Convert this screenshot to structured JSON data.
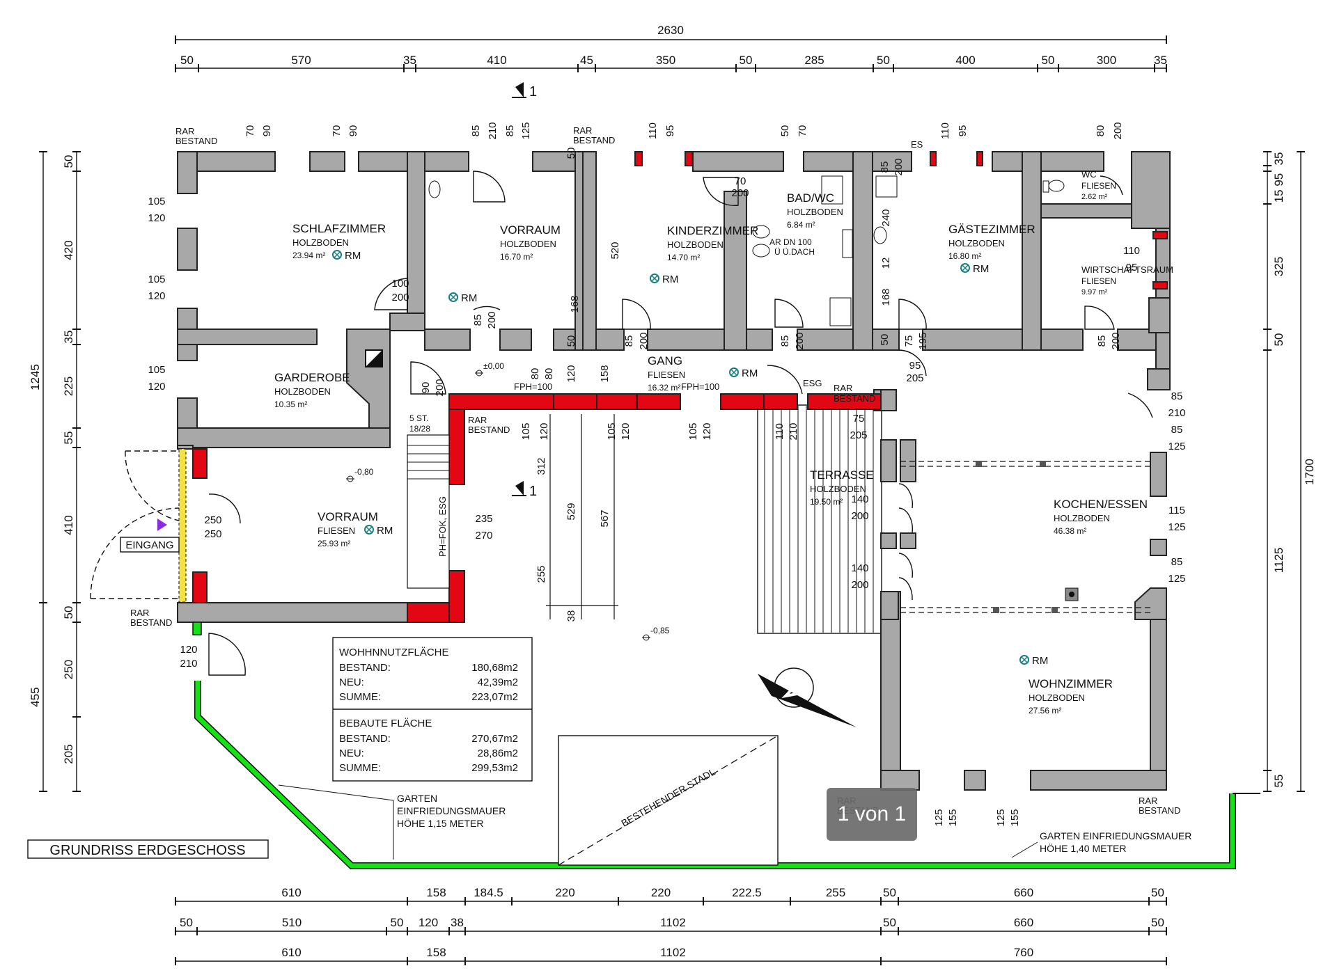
{
  "dimensions": {
    "top_total": "2630",
    "top": [
      "50",
      "570",
      "35",
      "410",
      "45",
      "350",
      "50",
      "285",
      "50",
      "400",
      "50",
      "300",
      "35"
    ],
    "bottom1": [
      "610",
      "158",
      "184.5",
      "220",
      "220",
      "222.5",
      "255",
      "50",
      "660",
      "50"
    ],
    "bottom2": [
      "50",
      "510",
      "50",
      "120",
      "38",
      "1102",
      "50",
      "660",
      "50"
    ],
    "bottom3": [
      "610",
      "158",
      "1102",
      "760"
    ],
    "left_outer": [
      "1245",
      "455"
    ],
    "left_inner": [
      "50",
      "420",
      "35",
      "225",
      "55",
      "410",
      "50",
      "250",
      "205"
    ],
    "right_outer": [
      "1700"
    ],
    "right_inner": [
      "35",
      "15 95",
      "325",
      "50",
      "1125",
      "55"
    ],
    "opening_top": [
      "70",
      "90",
      "70",
      "90",
      "85",
      "210",
      "85",
      "125",
      "110",
      "95",
      "50",
      "70",
      "110",
      "95",
      "80",
      "200"
    ],
    "opening_misc": [
      "105",
      "120",
      "105",
      "120",
      "105",
      "120",
      "100",
      "200",
      "85",
      "200",
      "85",
      "200",
      "85",
      "200",
      "85",
      "200",
      "85",
      "200",
      "70",
      "200",
      "240",
      "12",
      "168",
      "168",
      "75",
      "195",
      "95",
      "205",
      "110",
      "95",
      "85",
      "210",
      "85",
      "125",
      "115",
      "125",
      "85",
      "125",
      "90",
      "200",
      "80",
      "80",
      "120",
      "158",
      "105",
      "120",
      "105",
      "120",
      "105",
      "120",
      "110",
      "210",
      "75",
      "205",
      "140",
      "200",
      "140",
      "200",
      "235",
      "270",
      "250",
      "250",
      "120",
      "210",
      "312",
      "529",
      "567",
      "255",
      "38",
      "125",
      "155",
      "125",
      "155",
      "520",
      "50",
      "50",
      "50"
    ],
    "section_mark": "1",
    "fph1": "FPH=100",
    "fph2": "FPH=100"
  },
  "rooms": [
    {
      "name": "SCHLAFZIMMER",
      "floor": "HOLZBODEN",
      "area": "23.94 m²"
    },
    {
      "name": "VORRAUM",
      "floor": "HOLZBODEN",
      "area": "16.70 m²"
    },
    {
      "name": "KINDERZIMMER",
      "floor": "HOLZBODEN",
      "area": "14.70 m²"
    },
    {
      "name": "BAD/WC",
      "floor": "HOLZBODEN",
      "area": "6.84 m²"
    },
    {
      "name": "GÄSTEZIMMER",
      "floor": "HOLZBODEN",
      "area": "16.80 m²"
    },
    {
      "name": "WC",
      "floor": "FLIESEN",
      "area": "2.62 m²"
    },
    {
      "name": "WIRTSCHAFTSRAUM",
      "floor": "FLIESEN",
      "area": "9.97 m²"
    },
    {
      "name": "GARDEROBE",
      "floor": "HOLZBODEN",
      "area": "10.35 m²"
    },
    {
      "name": "GANG",
      "floor": "FLIESEN",
      "area": "16.32 m²"
    },
    {
      "name": "VORRAUM",
      "floor": "FLIESEN",
      "area": "25.93 m²"
    },
    {
      "name": "TERRASSE",
      "floor": "HOLZBODEN",
      "area": "19.50 m²"
    },
    {
      "name": "KOCHEN/ESSEN",
      "floor": "HOLZBODEN",
      "area": "46.38 m²"
    },
    {
      "name": "WOHNZIMMER",
      "floor": "HOLZBODEN",
      "area": "27.56 m²"
    }
  ],
  "labels": {
    "rm": "RM",
    "rar": "RAR",
    "bestand": "BESTAND",
    "esg": "ESG",
    "es": "ES",
    "eingang": "EINGANG",
    "stairs1": "5 ST.",
    "stairs2": "18/28",
    "phfok": "PH=FOK, ESG",
    "ardn1": "AR DN 100",
    "ardn2": "Ü Ü.DACH",
    "level0": "±0,00",
    "level1": "-0,80",
    "level2": "-0,85",
    "stadl": "BESTEHENDER STADL",
    "garten1a": "GARTEN",
    "garten1b": "EINFRIEDUNGSMAUER",
    "garten1c": "HÖHE 1,15 METER",
    "garten2a": "GARTEN EINFRIEDUNGSMAUER",
    "garten2b": "HÖHE 1,40 METER",
    "title": "GRUNDRISS ERDGESCHOSS"
  },
  "area_table": {
    "h1": "WOHHNNUTZFLÄCHE",
    "rows1": [
      [
        "BESTAND:",
        "180,68m2"
      ],
      [
        "NEU:",
        "42,39m2"
      ],
      [
        "SUMME:",
        "223,07m2"
      ]
    ],
    "h2": "BEBAUTE FLÄCHE",
    "rows2": [
      [
        "BESTAND:",
        "270,67m2"
      ],
      [
        "NEU:",
        "28,86m2"
      ],
      [
        "SUMME:",
        "299,53m2"
      ]
    ]
  },
  "page_indicator": "1 von 1",
  "colors": {
    "wall": "#a8a8a8",
    "new_wall": "#e30613",
    "garden_wall": "#16e016",
    "entry_marker": "#8a2be2",
    "socket": "#1a7f7f"
  }
}
